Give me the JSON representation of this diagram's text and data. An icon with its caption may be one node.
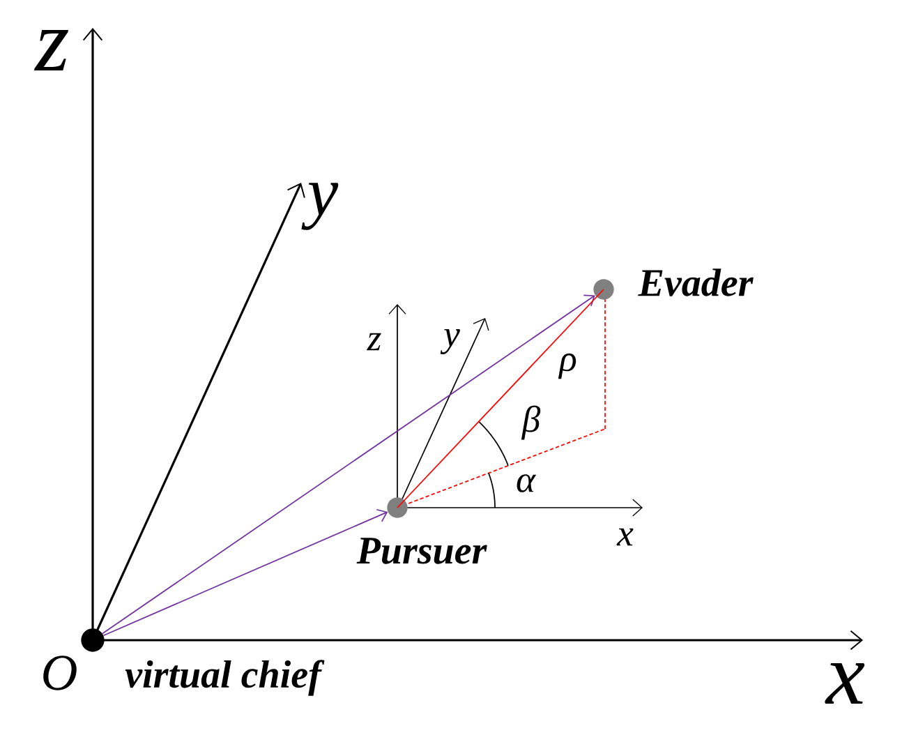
{
  "diagram": {
    "nodes": [
      {
        "text": [],
        "shape": "circle",
        "beside": [
          "O",
          "virtual chief"
        ]
      },
      {
        "text": [],
        "shape": "circle",
        "beside": [
          "Pursuer"
        ]
      },
      {
        "text": [],
        "shape": "circle",
        "beside": [
          "Evader"
        ]
      }
    ],
    "edges": [
      {
        "from": 0,
        "to": 1,
        "arrow": "to",
        "color": "#7030a0"
      },
      {
        "from": 0,
        "to": 2,
        "arrow": "to",
        "color": "#7030a0"
      },
      {
        "from": 1,
        "to": 2,
        "arrow": "none",
        "label": "ρ",
        "color": "#ff0000"
      }
    ],
    "labels": [
      "z",
      "y",
      "z",
      "y",
      "β",
      "α",
      "x",
      "x"
    ]
  }
}
